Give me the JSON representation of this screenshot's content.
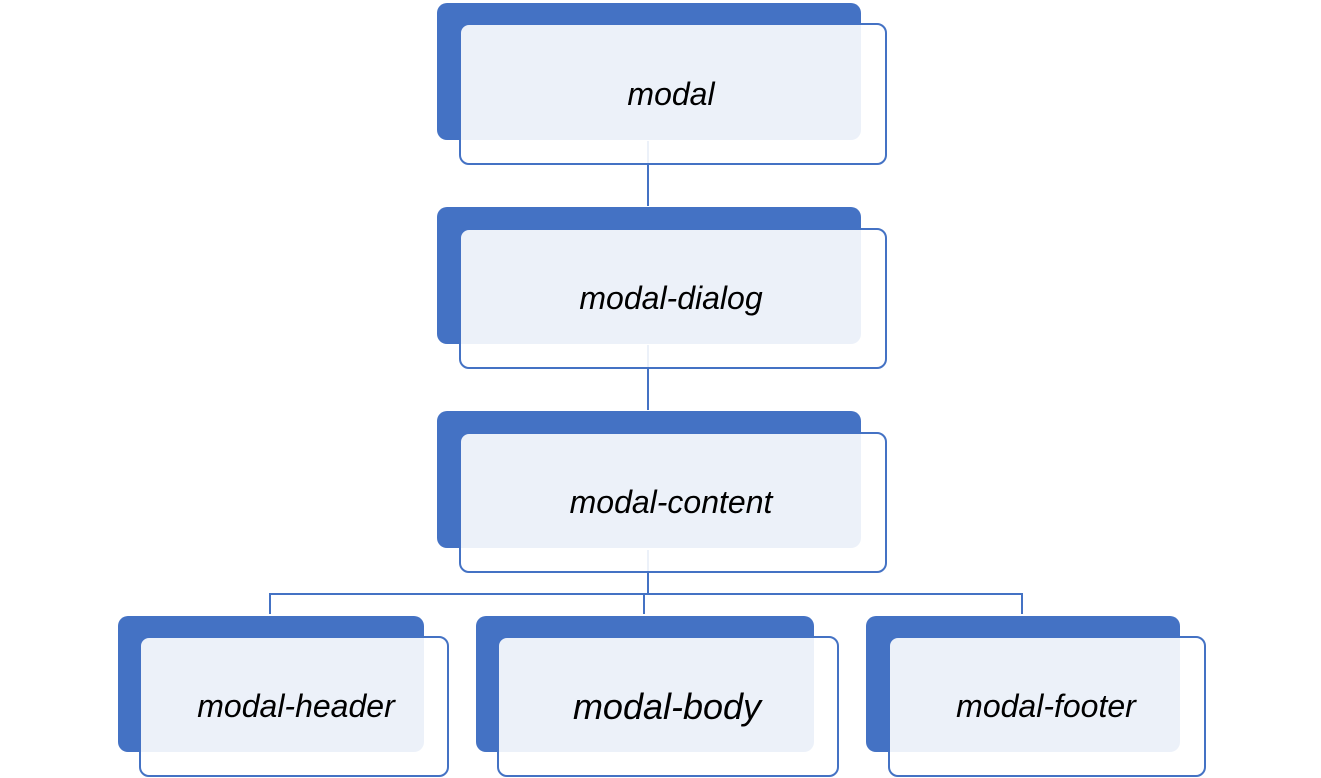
{
  "colors": {
    "accent": "#4472C4",
    "fill": "#ECF0F9",
    "text": "#000000"
  },
  "nodes": {
    "modal": {
      "label": "modal"
    },
    "dialog": {
      "label": "modal-dialog"
    },
    "content": {
      "label": "modal-content"
    },
    "header": {
      "label": "modal-header"
    },
    "body": {
      "label": "modal-body"
    },
    "footer": {
      "label": "modal-footer"
    }
  }
}
